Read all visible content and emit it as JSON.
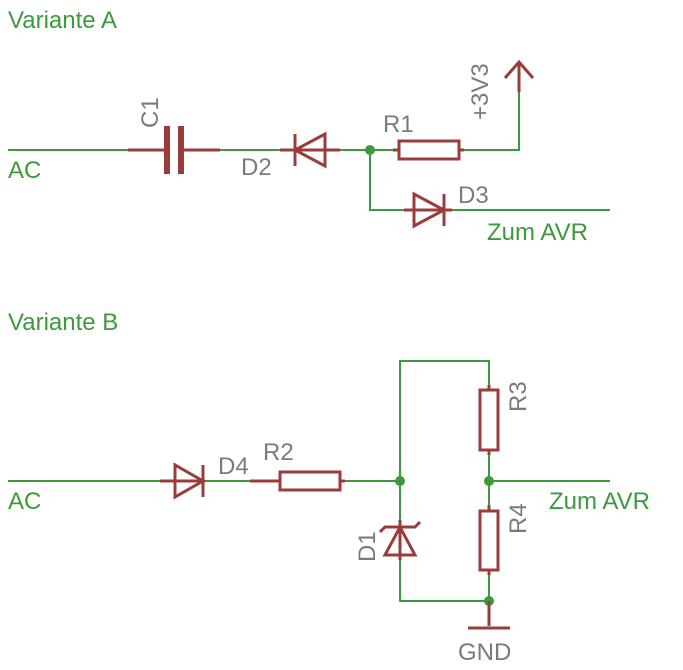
{
  "variant_a": {
    "title": "Variante A",
    "ac_label": "AC",
    "c1_label": "C1",
    "d2_label": "D2",
    "r1_label": "R1",
    "supply_label": "+3V3",
    "d3_label": "D3",
    "output_label": "Zum AVR"
  },
  "variant_b": {
    "title": "Variante B",
    "ac_label": "AC",
    "d4_label": "D4",
    "r2_label": "R2",
    "d1_label": "D1",
    "r3_label": "R3",
    "r4_label": "R4",
    "output_label": "Zum AVR",
    "gnd_label": "GND"
  },
  "colors": {
    "wire": "#3c9a3c",
    "part": "#9b3c3c",
    "reference_text": "#7a7a7a"
  }
}
